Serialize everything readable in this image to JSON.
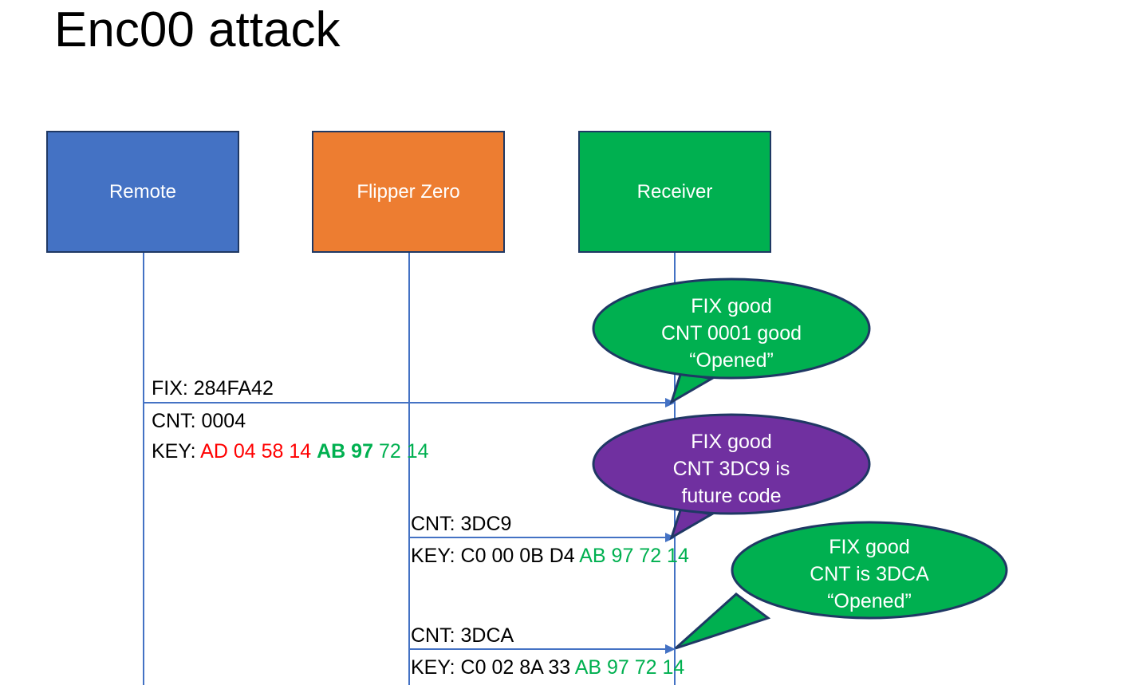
{
  "slide": {
    "title": "Enc00 attack",
    "background": "#FFFFFF"
  },
  "colors": {
    "remote_blue": "#4472C4",
    "flipper_orange": "#ED7D31",
    "receiver_green": "#00B050",
    "callout_purple": "#7030A0",
    "callout_green": "#00B050",
    "key_red": "#FF0000",
    "key_green": "#00B050",
    "line_blue": "#4472C4",
    "outline_navy": "#1F3864"
  },
  "actors": [
    {
      "id": "remote",
      "label": "Remote",
      "color": "#4472C4"
    },
    {
      "id": "flipper",
      "label": "Flipper Zero",
      "color": "#ED7D31"
    },
    {
      "id": "receiver",
      "label": "Receiver",
      "color": "#00B050"
    }
  ],
  "messages": [
    {
      "id": "msg1",
      "from": "remote",
      "to": "receiver",
      "line1": "FIX: 284FA42",
      "line2": "CNT: 0004",
      "key_label": "KEY: ",
      "key_red": "AD 04 58 14",
      "key_green_bold": "AB 97",
      "key_green": "72 14"
    },
    {
      "id": "msg2",
      "from": "flipper",
      "to": "receiver",
      "line1": "CNT: 3DC9",
      "key_label": "KEY: C0 00 0B D4 ",
      "key_green": "AB 97 72 14"
    },
    {
      "id": "msg3",
      "from": "flipper",
      "to": "receiver",
      "line1": "CNT: 3DCA",
      "key_label": "KEY: C0 02 8A 33 ",
      "key_green": "AB 97 72 14"
    }
  ],
  "callouts": [
    {
      "id": "callout1",
      "color": "#00B050",
      "line1": "FIX good",
      "line2": "CNT 0001 good",
      "line3": "“Opened”"
    },
    {
      "id": "callout2",
      "color": "#7030A0",
      "line1": "FIX good",
      "line2": "CNT 3DC9 is",
      "line3": "future code"
    },
    {
      "id": "callout3",
      "color": "#00B050",
      "line1": "FIX good",
      "line2": "CNT is 3DCA",
      "line3": "“Opened”"
    }
  ]
}
